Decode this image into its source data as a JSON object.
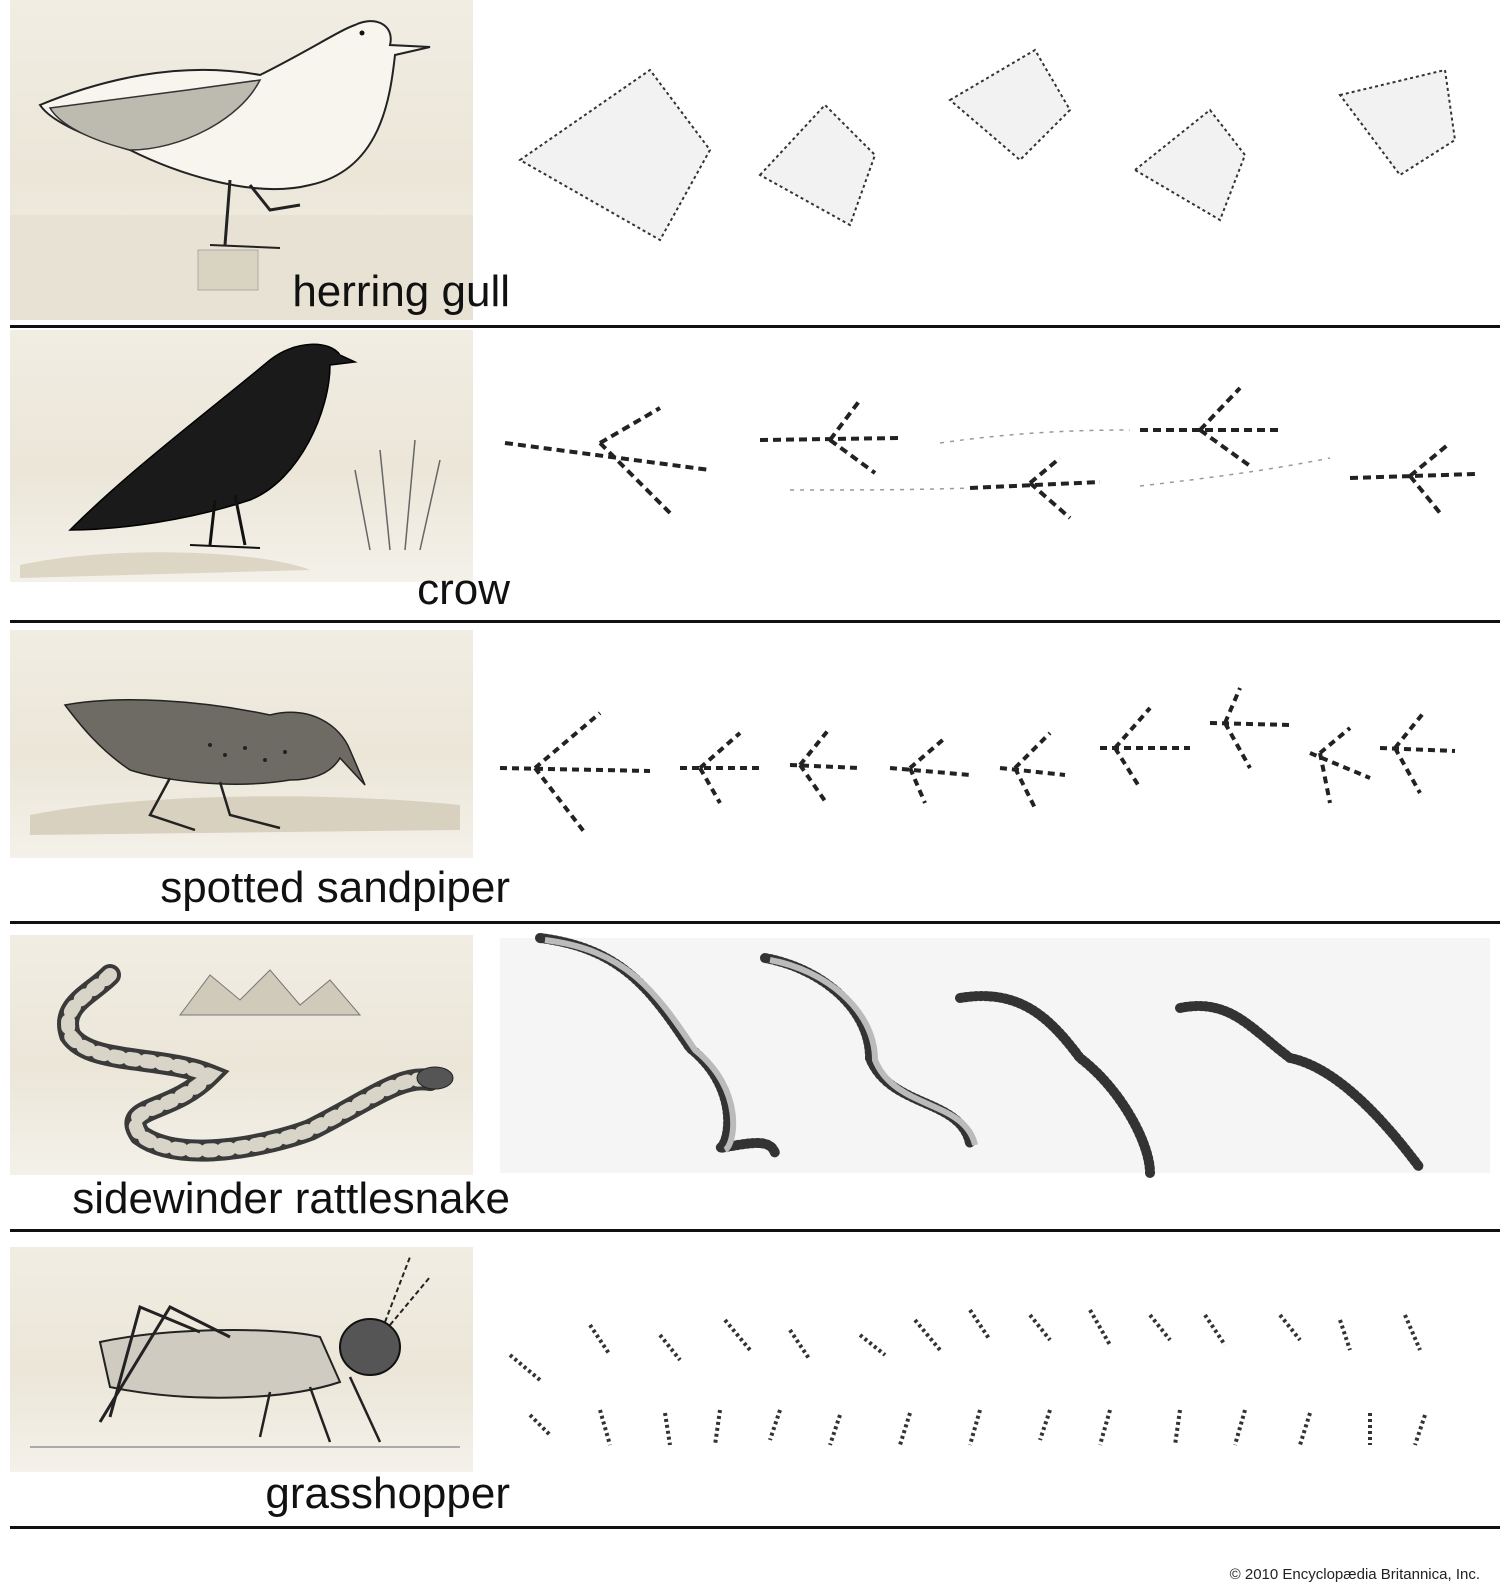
{
  "rows": [
    {
      "label": "herring gull"
    },
    {
      "label": "crow"
    },
    {
      "label": "spotted sandpiper"
    },
    {
      "label": "sidewinder rattlesnake"
    },
    {
      "label": "grasshopper"
    }
  ],
  "copyright": "© 2010 Encyclopædia Britannica, Inc."
}
